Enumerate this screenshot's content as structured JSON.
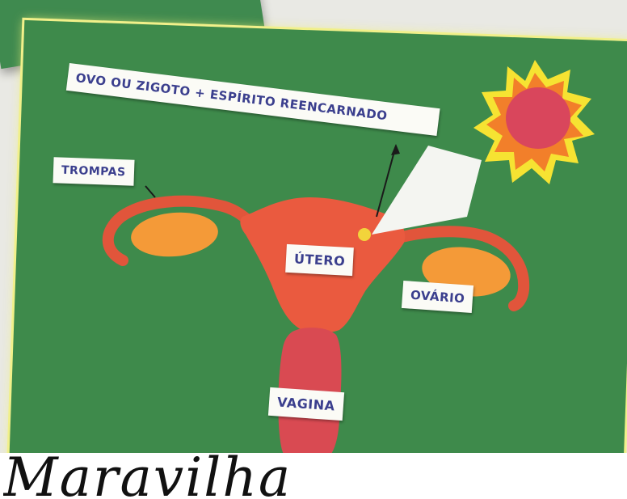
{
  "labels": {
    "title": "OVO OU ZIGOTO + ESPÍRITO REENCARNADO",
    "trompas": "TROMPAS",
    "utero": "ÚTERO",
    "ovario": "OVÁRIO",
    "vagina": "VAGINA"
  },
  "footer": {
    "handwriting": "Maravilha"
  },
  "colors": {
    "board": "#3e8a4b",
    "uterus": "#ea5a3f",
    "ovary": "#f49a38",
    "vagina": "#d94a52",
    "label_text": "#3b3f8e",
    "sun_outer": "#f6e332",
    "sun_inner": "#f27f2a",
    "sun_core": "#d9465c"
  }
}
